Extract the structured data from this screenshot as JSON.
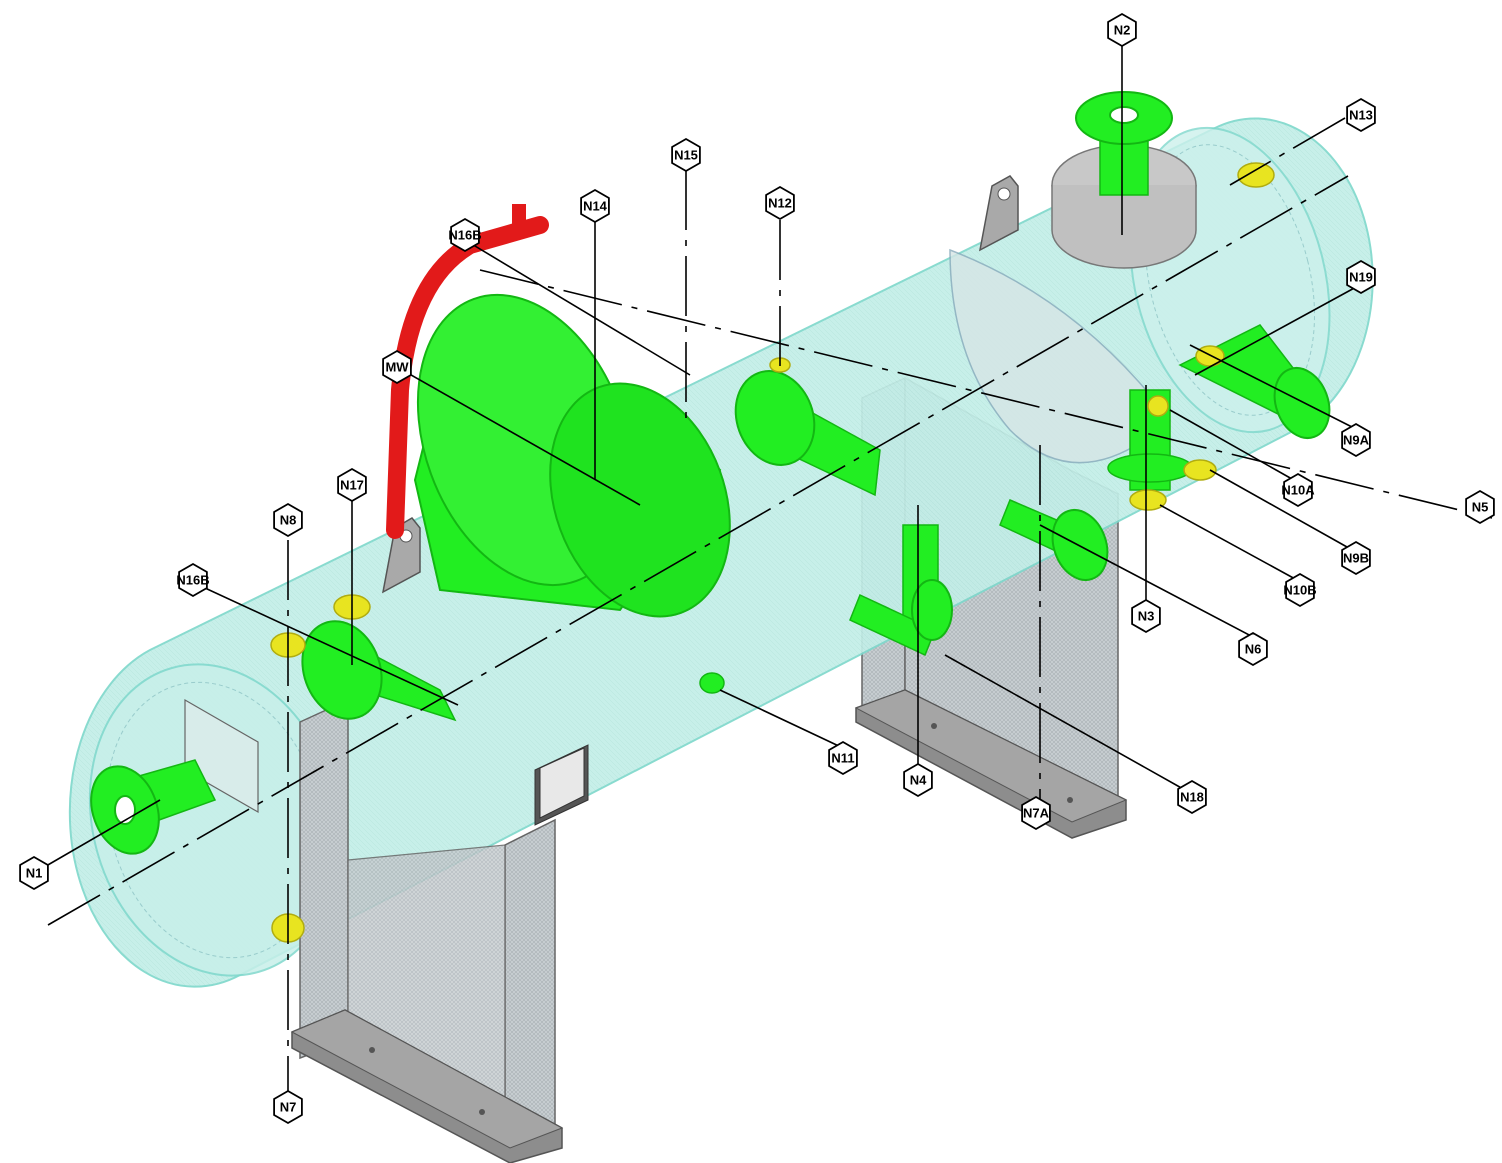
{
  "drawing": {
    "colors": {
      "shell_fill": "#bfece6",
      "shell_outline": "#7fd8cc",
      "nozzle": "#22ee22",
      "nozzle_dark": "#13b713",
      "coupling": "#e8e420",
      "davit": "#e21a1a",
      "saddle": "#b9b9b9",
      "saddle_base": "#8d8d8d",
      "reinforcement_pad": "#c8c8c8"
    },
    "tags": [
      {
        "id": "N1",
        "label": "N1"
      },
      {
        "id": "N2",
        "label": "N2"
      },
      {
        "id": "N3",
        "label": "N3"
      },
      {
        "id": "N4",
        "label": "N4"
      },
      {
        "id": "N5",
        "label": "N5"
      },
      {
        "id": "N6",
        "label": "N6"
      },
      {
        "id": "N7",
        "label": "N7"
      },
      {
        "id": "N7A",
        "label": "N7A"
      },
      {
        "id": "N8",
        "label": "N8"
      },
      {
        "id": "N9A",
        "label": "N9A"
      },
      {
        "id": "N9B",
        "label": "N9B"
      },
      {
        "id": "N10A",
        "label": "N10A"
      },
      {
        "id": "N10B",
        "label": "N10B"
      },
      {
        "id": "N11",
        "label": "N11"
      },
      {
        "id": "N12",
        "label": "N12"
      },
      {
        "id": "N13",
        "label": "N13"
      },
      {
        "id": "N14",
        "label": "N14"
      },
      {
        "id": "N15",
        "label": "N15"
      },
      {
        "id": "N16B_top",
        "label": "N16B"
      },
      {
        "id": "N16B_left",
        "label": "N16B"
      },
      {
        "id": "N17",
        "label": "N17"
      },
      {
        "id": "N18",
        "label": "N18"
      },
      {
        "id": "N19",
        "label": "N19"
      },
      {
        "id": "MW",
        "label": "MW"
      }
    ]
  }
}
